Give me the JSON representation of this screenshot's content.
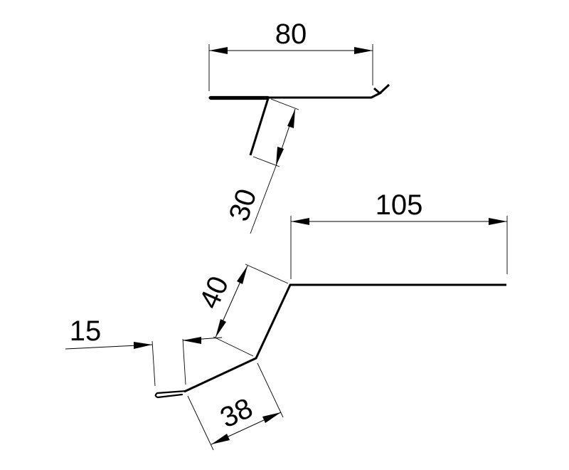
{
  "dimensions": {
    "top_width": "80",
    "top_drip": "30",
    "bottom_flat": "105",
    "bottom_slope": "40",
    "bottom_hem_offset": "15",
    "bottom_lower_flange": "38"
  }
}
